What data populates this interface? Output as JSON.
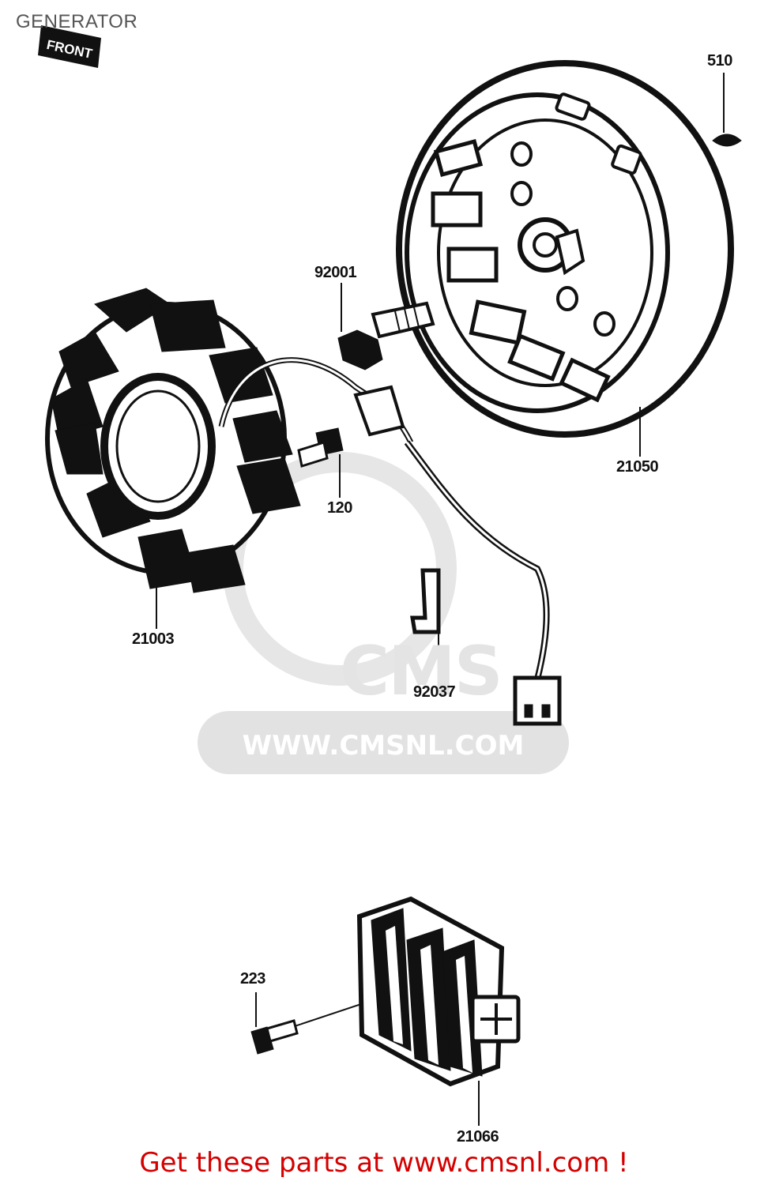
{
  "diagram": {
    "title": "GENERATOR",
    "front_tag": "FRONT",
    "parts": [
      {
        "id": "510"
      },
      {
        "id": "92001"
      },
      {
        "id": "21050"
      },
      {
        "id": "120"
      },
      {
        "id": "21003"
      },
      {
        "id": "92037"
      },
      {
        "id": "223"
      },
      {
        "id": "21066"
      }
    ]
  },
  "watermark": {
    "logo": "CMS",
    "url": "WWW.CMSNL.COM"
  },
  "promo": {
    "text": "Get these parts at www.cmsnl.com !",
    "color": "#d40000"
  }
}
